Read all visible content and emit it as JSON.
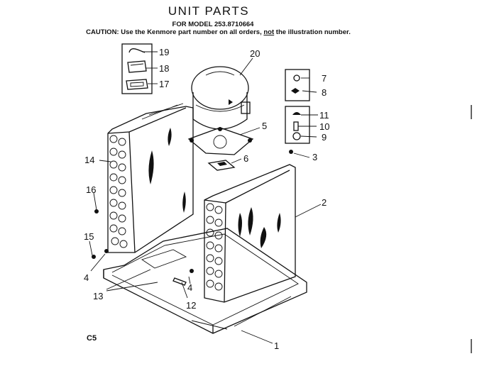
{
  "header": {
    "title": "UNIT PARTS",
    "model_line": "FOR MODEL 253.8710664",
    "caution_prefix": "CAUTION: Use the Kenmore part number on all orders, ",
    "caution_not": "not",
    "caution_suffix": " the illustration number."
  },
  "diagram": {
    "page_code": "C5",
    "callouts": {
      "c1": "1",
      "c2": "2",
      "c3": "3",
      "c4a": "4",
      "c4b": "4",
      "c5": "5",
      "c6": "6",
      "c7": "7",
      "c8": "8",
      "c9": "9",
      "c10": "10",
      "c11": "11",
      "c12": "12",
      "c13": "13",
      "c14": "14",
      "c15": "15",
      "c16": "16",
      "c17": "17",
      "c18": "18",
      "c19": "19",
      "c20": "20"
    }
  }
}
